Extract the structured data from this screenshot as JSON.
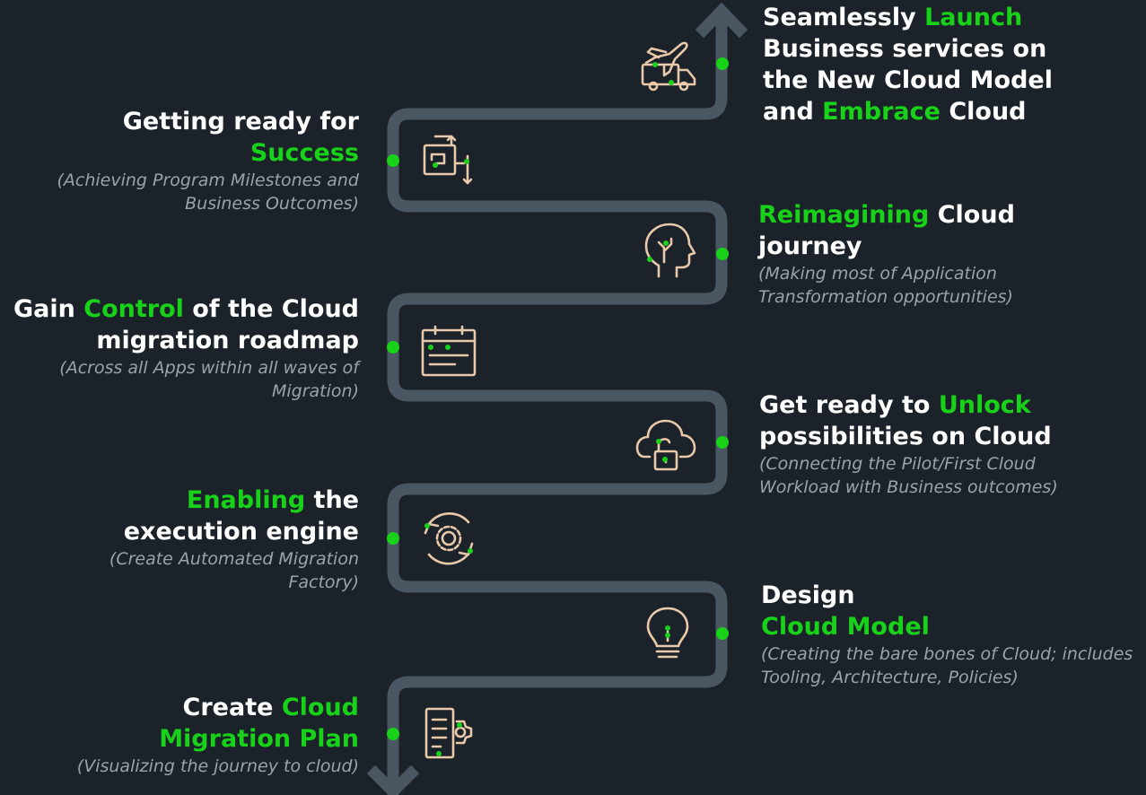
{
  "colors": {
    "background": "#1c2229",
    "path": "#4a5661",
    "accent": "#18d21a",
    "icon": "#e8c9aa",
    "title": "#ffffff",
    "subtitle": "#9aa3ab"
  },
  "steps": [
    {
      "icon": "plan-icon",
      "title_parts": [
        {
          "text": "Create ",
          "hl": false
        },
        {
          "text": "Cloud",
          "hl": true
        },
        {
          "text": "\n",
          "hl": false
        },
        {
          "text": "Migration Plan",
          "hl": true
        }
      ],
      "subtitle": "(Visualizing the journey to cloud)"
    },
    {
      "icon": "lightbulb-icon",
      "title_parts": [
        {
          "text": "Design",
          "hl": false
        },
        {
          "text": "\n",
          "hl": false
        },
        {
          "text": "Cloud Model",
          "hl": true
        }
      ],
      "subtitle": "(Creating the bare bones of Cloud; includes Tooling, Architecture, Policies)"
    },
    {
      "icon": "gear-cycle-icon",
      "title_parts": [
        {
          "text": "Enabling",
          "hl": true
        },
        {
          "text": " the\nexecution engine",
          "hl": false
        }
      ],
      "subtitle": "(Create Automated Migration Factory)"
    },
    {
      "icon": "cloud-lock-icon",
      "title_parts": [
        {
          "text": "Get ready to ",
          "hl": false
        },
        {
          "text": "Unlock",
          "hl": true
        },
        {
          "text": "\npossibilities on Cloud",
          "hl": false
        }
      ],
      "subtitle": "(Connecting the Pilot/First Cloud Workload with Business outcomes)"
    },
    {
      "icon": "calendar-icon",
      "title_parts": [
        {
          "text": "Gain ",
          "hl": false
        },
        {
          "text": "Control",
          "hl": true
        },
        {
          "text": " of the Cloud\nmigration roadmap",
          "hl": false
        }
      ],
      "subtitle": "(Across all Apps within all waves of Migration)"
    },
    {
      "icon": "head-idea-icon",
      "title_parts": [
        {
          "text": "Reimagining",
          "hl": true
        },
        {
          "text": " Cloud\njourney",
          "hl": false
        }
      ],
      "subtitle": "(Making most of Application Transformation opportunities)"
    },
    {
      "icon": "milestone-icon",
      "title_parts": [
        {
          "text": "Getting ready for\n",
          "hl": false
        },
        {
          "text": "Success",
          "hl": true
        }
      ],
      "subtitle": "(Achieving Program Milestones and Business Outcomes)"
    },
    {
      "icon": "launch-icon",
      "title_parts": [
        {
          "text": "Seamlessly ",
          "hl": false
        },
        {
          "text": "Launch",
          "hl": true
        },
        {
          "text": "\nBusiness services on\nthe New Cloud Model\nand ",
          "hl": false
        },
        {
          "text": "Embrace",
          "hl": true
        },
        {
          "text": " Cloud",
          "hl": false
        }
      ],
      "subtitle": ""
    }
  ]
}
